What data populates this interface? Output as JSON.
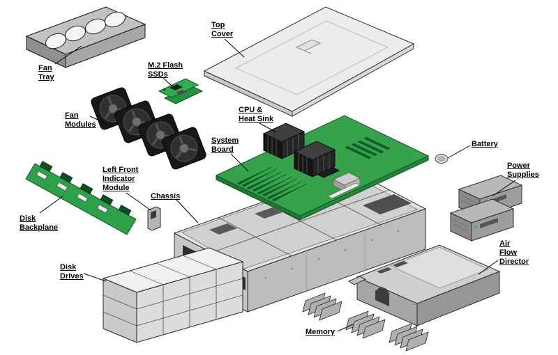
{
  "labels": {
    "fan_tray": {
      "text": "Fan\nTray"
    },
    "fan_modules": {
      "text": "Fan\nModules"
    },
    "m2_flash_ssds": {
      "text": "M.2 Flash\nSSDs"
    },
    "top_cover": {
      "text": "Top\nCover"
    },
    "cpu_heat_sink": {
      "text": "CPU &\nHeat Sink"
    },
    "system_board": {
      "text": "System\nBoard"
    },
    "battery": {
      "text": "Battery"
    },
    "power_supplies": {
      "text": "Power\nSupplies"
    },
    "left_front_indicator_module": {
      "text": "Left Front\nIndicator\nModule"
    },
    "chassis": {
      "text": "Chassis"
    },
    "disk_backplane": {
      "text": "Disk\nBackplane"
    },
    "disk_drives": {
      "text": "Disk\nDrives"
    },
    "memory": {
      "text": "Memory"
    },
    "air_flow_director": {
      "text": "Air\nFlow\nDirector"
    }
  },
  "colors": {
    "background": "#ffffff",
    "label_text": "#000000",
    "leader_line": "#000000",
    "circuit_board_green": "#37a24c",
    "metal_light": "#ececec",
    "metal_mid": "#bdbdbd",
    "metal_dark": "#8f8f8f",
    "fan_black": "#181818"
  }
}
